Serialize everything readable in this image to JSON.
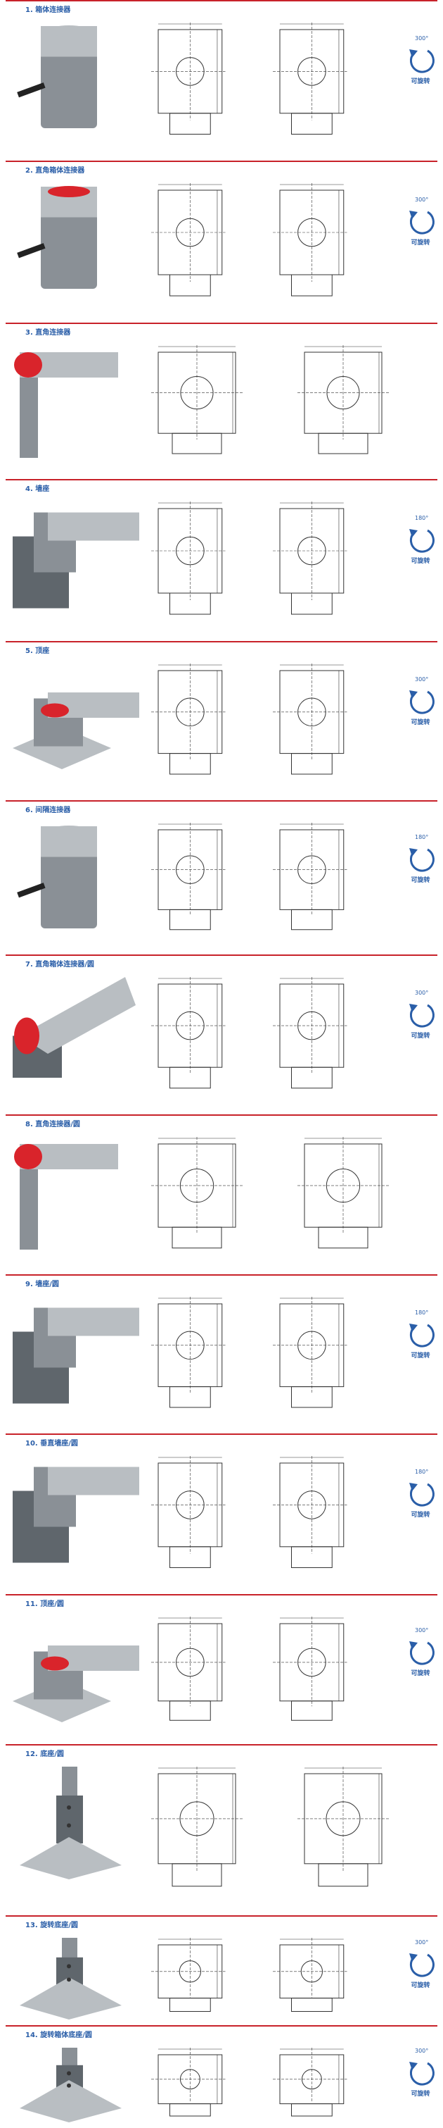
{
  "sections": [
    {
      "title": "1. 箱体连接器",
      "rotation": {
        "degrees": "300°",
        "label": "可旋转"
      }
    },
    {
      "title": "2. 直角箱体连接器",
      "rotation": {
        "degrees": "300°",
        "label": "可旋转"
      }
    },
    {
      "title": "3. 直角连接器",
      "rotation": null
    },
    {
      "title": "4. 墙座",
      "rotation": {
        "degrees": "180°",
        "label": "可旋转"
      }
    },
    {
      "title": "5. 顶座",
      "rotation": {
        "degrees": "300°",
        "label": "可旋转"
      }
    },
    {
      "title": "6. 间隔连接器",
      "rotation": {
        "degrees": "180°",
        "label": "可旋转"
      }
    },
    {
      "title": "7. 直角箱体连接器/圆",
      "rotation": {
        "degrees": "300°",
        "label": "可旋转"
      }
    },
    {
      "title": "8. 直角连接器/圆",
      "rotation": null
    },
    {
      "title": "9. 墙座/圆",
      "rotation": {
        "degrees": "180°",
        "label": "可旋转"
      }
    },
    {
      "title": "10. 垂直墙座/圆",
      "rotation": {
        "degrees": "180°",
        "label": "可旋转"
      }
    },
    {
      "title": "11. 顶座/圆",
      "rotation": {
        "degrees": "300°",
        "label": "可旋转"
      }
    },
    {
      "title": "12. 底座/圆",
      "rotation": null
    },
    {
      "title": "13. 旋转底座/圆",
      "rotation": {
        "degrees": "300°",
        "label": "可旋转"
      }
    },
    {
      "title": "14. 旋转箱体底座/圆",
      "rotation": {
        "degrees": "300°",
        "label": "可旋转"
      }
    }
  ],
  "colors": {
    "rule": "#c8222a",
    "title": "#2a5ea8",
    "metal": "#8a9096",
    "cap": "#d9242b",
    "line": "#333333"
  }
}
